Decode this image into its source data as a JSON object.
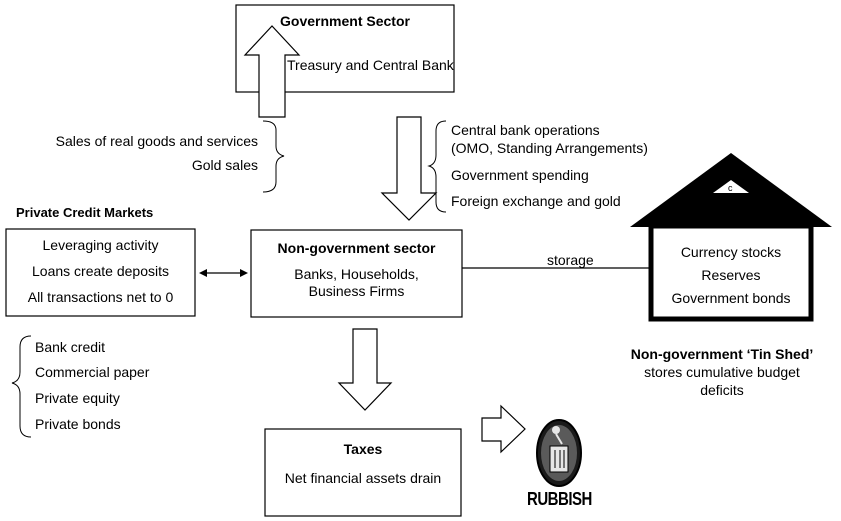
{
  "government_sector": {
    "title": "Government Sector",
    "subtitle": "Treasury and Central Bank"
  },
  "left_upward_flows": [
    "Sales of real goods and services",
    "Gold sales"
  ],
  "right_downward_flows": [
    "Central bank operations",
    "(OMO, Standing Arrangements)",
    "Government spending",
    "Foreign exchange and gold"
  ],
  "private_credit_markets": {
    "heading": "Private Credit Markets",
    "lines": [
      "Leveraging activity",
      "Loans create deposits",
      "All transactions net to 0"
    ]
  },
  "non_government_sector": {
    "title": "Non-government sector",
    "lines": [
      "Banks, Households,",
      "Business Firms"
    ]
  },
  "storage_label": "storage",
  "tin_shed": {
    "contents": [
      "Currency stocks",
      "Reserves",
      "Government bonds"
    ],
    "caption_title": "Non-government ‘Tin Shed’",
    "caption_lines": [
      "stores cumulative budget",
      "deficits"
    ]
  },
  "credit_instruments": [
    "Bank credit",
    "Commercial paper",
    "Private equity",
    "Private bonds"
  ],
  "taxes": {
    "title": "Taxes",
    "subtitle": "Net financial assets drain"
  },
  "rubbish_label": "RUBBISH"
}
